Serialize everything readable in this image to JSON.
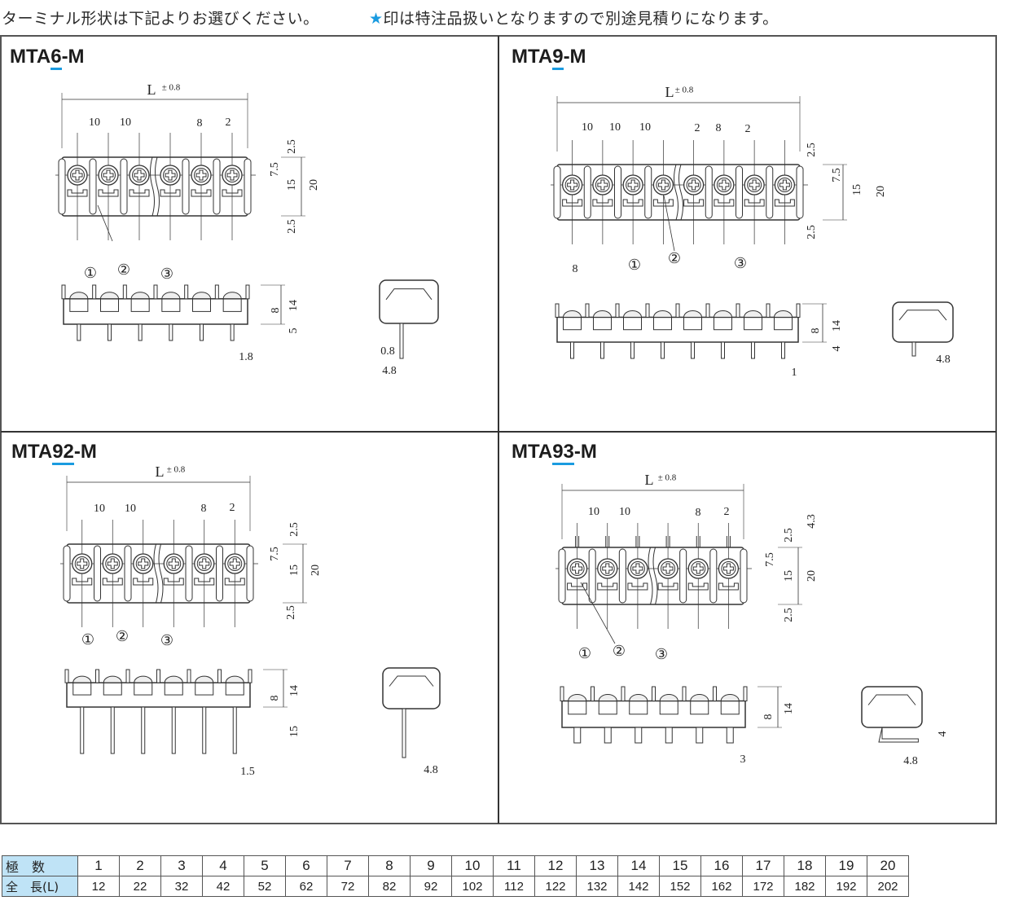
{
  "notice": {
    "left": "ターミナル形状は下記よりお選びください。",
    "star": "★",
    "right": "印は特注品扱いとなりますので別途見積りになります。"
  },
  "colors": {
    "accent": "#1a9be0",
    "table_header_bg": "#bfe3f6",
    "line": "#333333"
  },
  "panels": [
    {
      "prefix": "MTA",
      "code": "6",
      "suffix": "-M",
      "labels": [
        "L",
        "± 0.8",
        "10",
        "10",
        "8",
        "2",
        "2.5",
        "7.5",
        "15",
        "20",
        "2.5",
        "①",
        "②",
        "③",
        "8",
        "14",
        "5",
        "1.8",
        "0.8",
        "4.8"
      ]
    },
    {
      "prefix": "MTA",
      "code": "9",
      "suffix": "-M",
      "labels": [
        "L",
        "± 0.8",
        "10",
        "10",
        "10",
        "2",
        "8",
        "2",
        "2.5",
        "7.5",
        "15",
        "20",
        "2.5",
        "①",
        "②",
        "③",
        "8",
        "8",
        "14",
        "4",
        "1",
        "4.8"
      ]
    },
    {
      "prefix": "MTA",
      "code": "92",
      "suffix": "-M",
      "labels": [
        "L",
        "± 0.8",
        "10",
        "10",
        "8",
        "2",
        "2.5",
        "7.5",
        "15",
        "20",
        "2.5",
        "①",
        "②",
        "③",
        "8",
        "14",
        "15",
        "1.5",
        "4.8"
      ]
    },
    {
      "prefix": "MTA",
      "code": "93",
      "suffix": "-M",
      "labels": [
        "L",
        "± 0.8",
        "10",
        "10",
        "8",
        "2",
        "2.5",
        "4.3",
        "7.5",
        "15",
        "20",
        "2.5",
        "①",
        "②",
        "③",
        "8",
        "14",
        "3",
        "4",
        "4.8"
      ]
    }
  ],
  "table": {
    "row1_header": "極　数",
    "row2_header": "全　長(L)",
    "poles": [
      "1",
      "2",
      "3",
      "4",
      "5",
      "6",
      "7",
      "8",
      "9",
      "10",
      "11",
      "12",
      "13",
      "14",
      "15",
      "16",
      "17",
      "18",
      "19",
      "20"
    ],
    "lengths": [
      "12",
      "22",
      "32",
      "42",
      "52",
      "62",
      "72",
      "82",
      "92",
      "102",
      "112",
      "122",
      "132",
      "142",
      "152",
      "162",
      "172",
      "182",
      "192",
      "202"
    ]
  }
}
